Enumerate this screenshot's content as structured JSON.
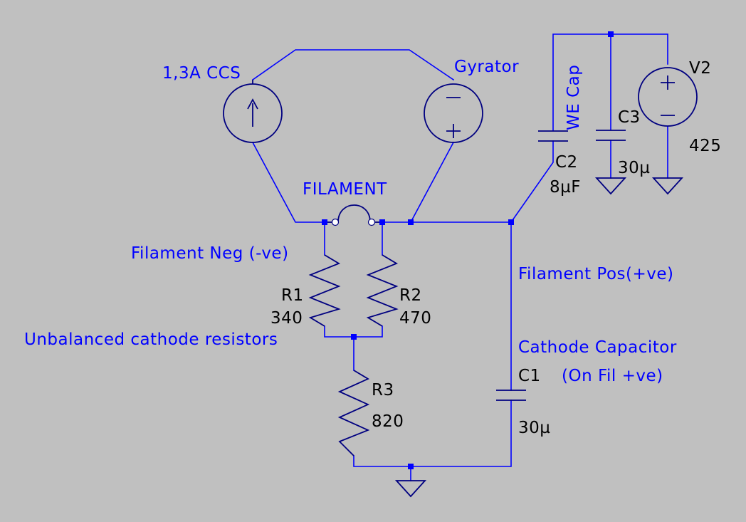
{
  "colors": {
    "background": "#c0c0c0",
    "wire": "#0000ff",
    "component": "#000080",
    "label": "#0000ff",
    "value": "#000000"
  },
  "components": {
    "ccs": {
      "name": "1,3A CCS"
    },
    "gyrator": {
      "name": "Gyrator"
    },
    "filament": {
      "name": "FILAMENT"
    },
    "r1": {
      "name": "R1",
      "value": "340"
    },
    "r2": {
      "name": "R2",
      "value": "470"
    },
    "r3": {
      "name": "R3",
      "value": "820"
    },
    "c1": {
      "name": "C1",
      "value": "30µ"
    },
    "c2": {
      "name": "C2",
      "value": "8µF"
    },
    "c3": {
      "name": "C3",
      "value": "30µ"
    },
    "v2": {
      "name": "V2",
      "value": "425"
    }
  },
  "annotations": {
    "we_cap": "WE Cap",
    "filament_neg": "Filament Neg (-ve)",
    "filament_pos": "Filament Pos(+ve)",
    "unbalanced": "Unbalanced cathode resistors",
    "cathode_cap": "Cathode Capacitor",
    "on_fil": "(On Fil +ve)"
  }
}
